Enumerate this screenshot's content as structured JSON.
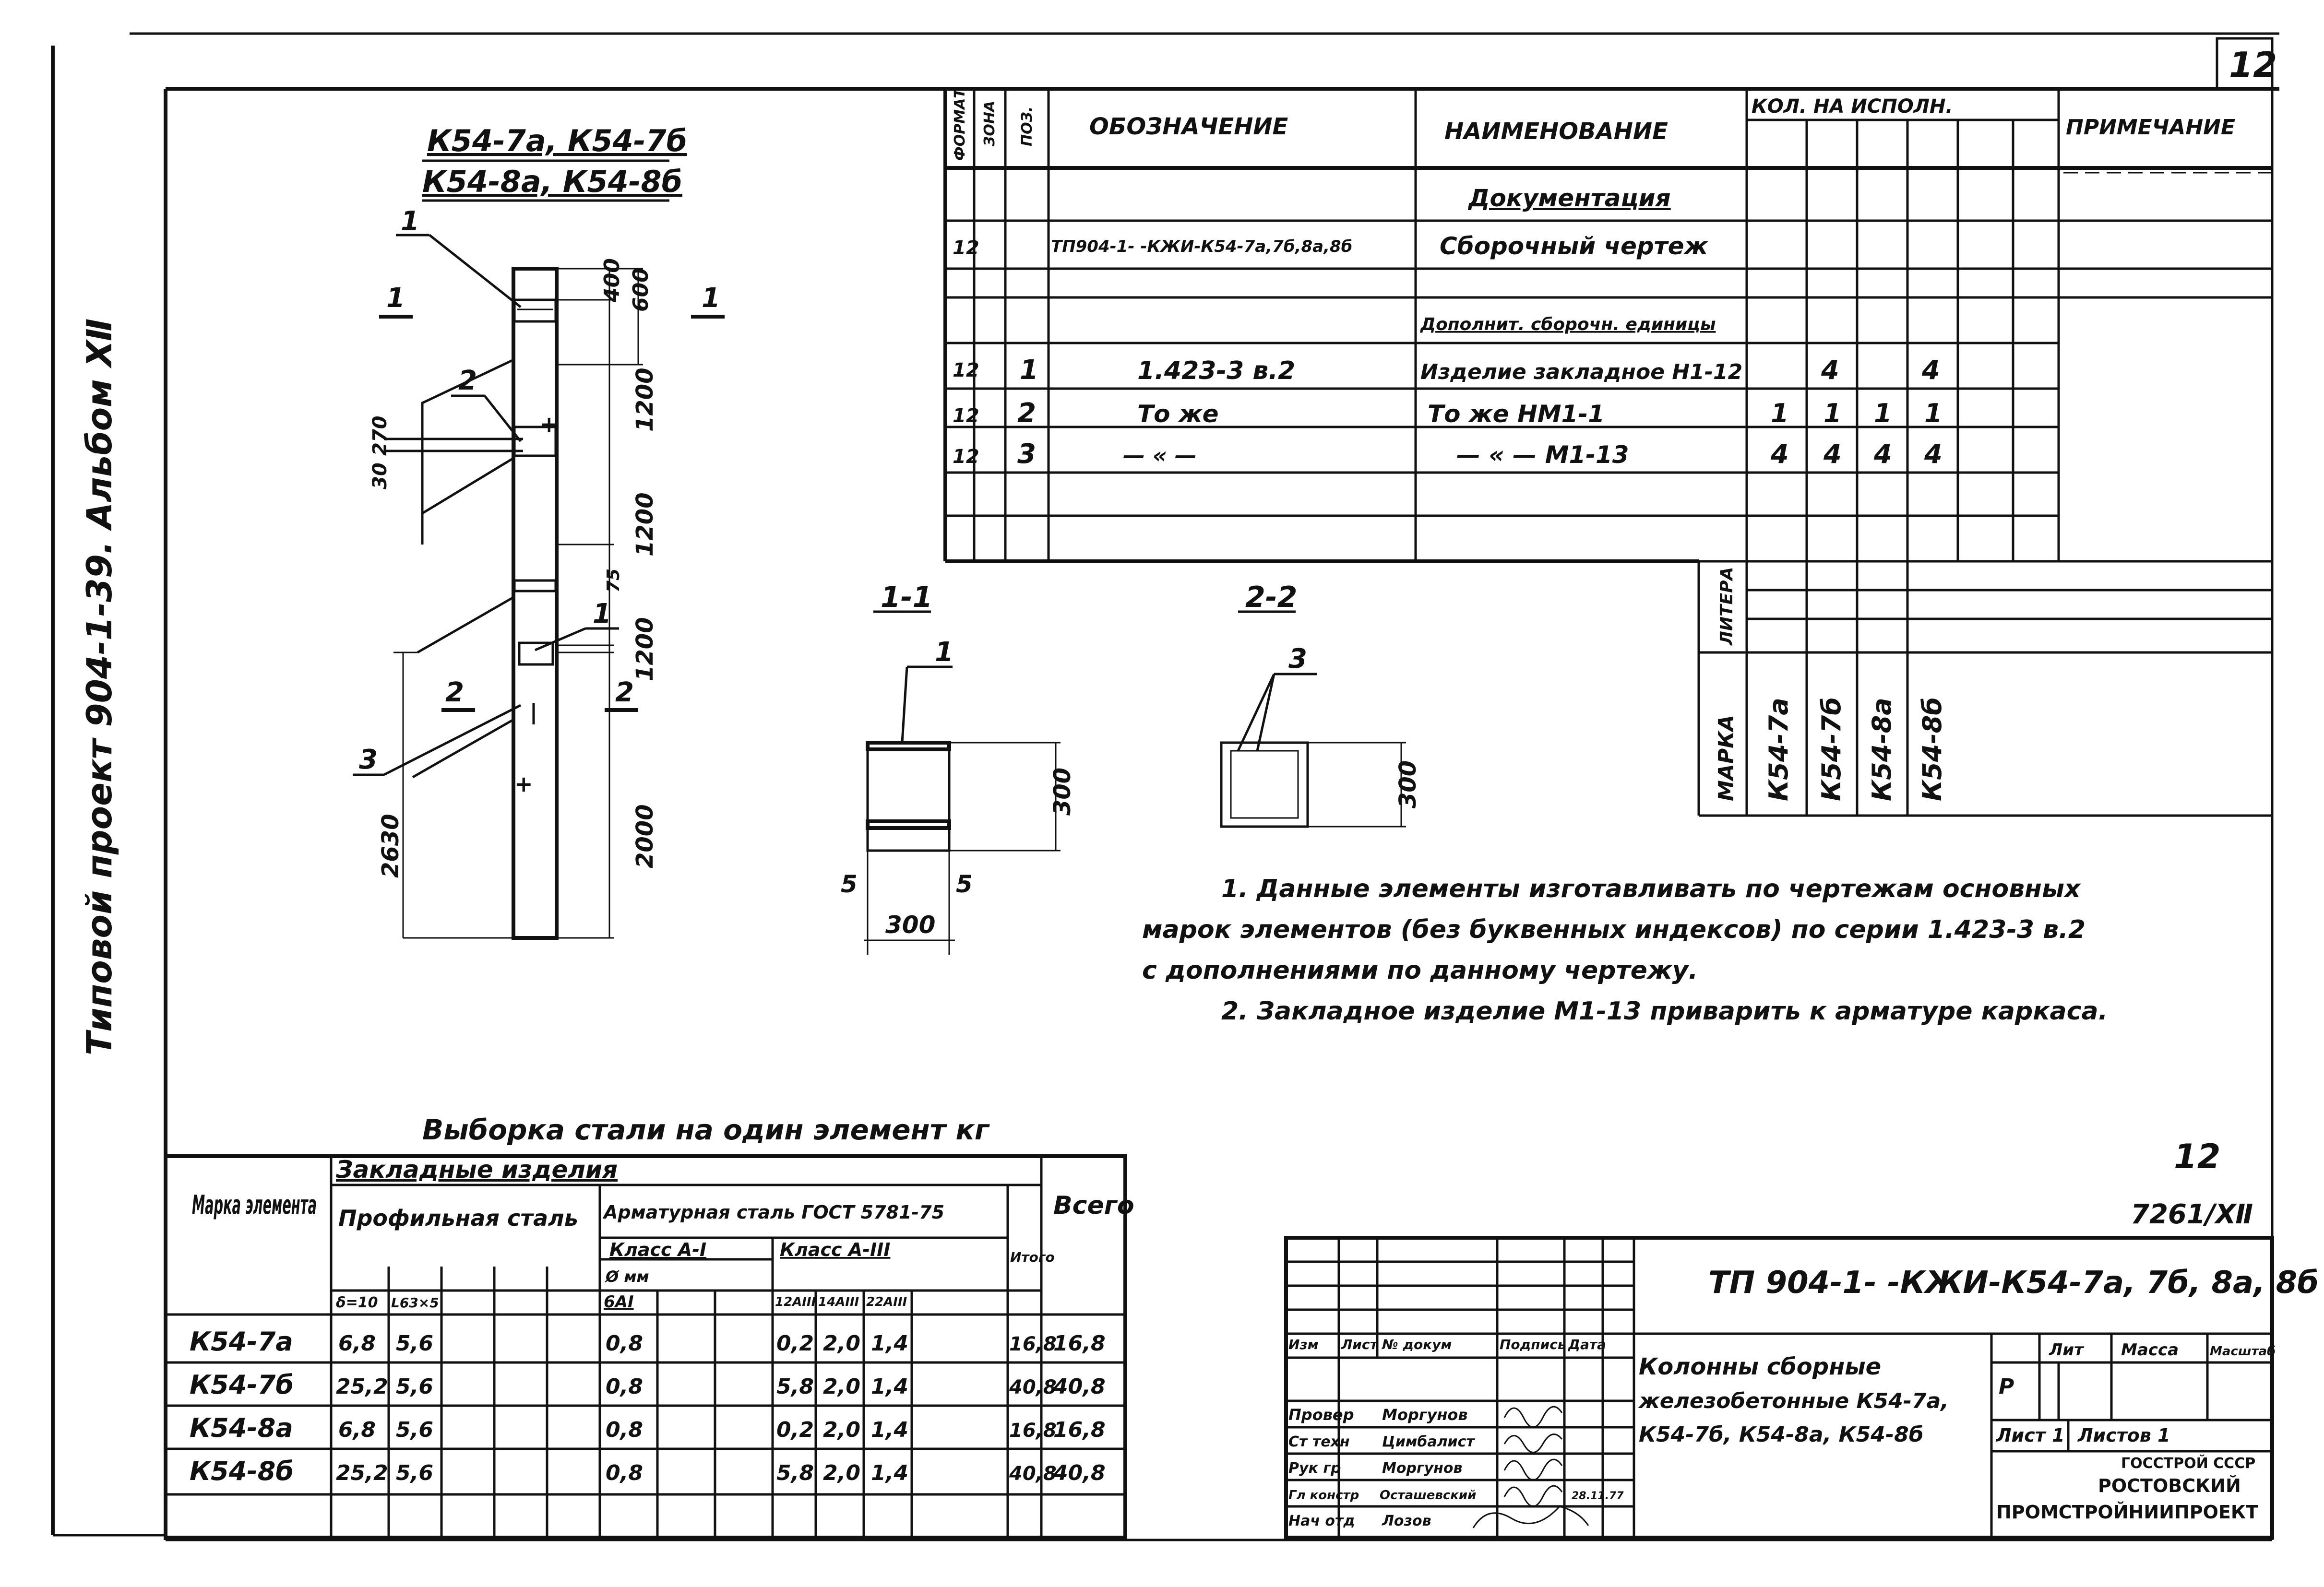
{
  "sheet": {
    "page_number": "12",
    "side_title": "Типовой проект 904-1-39. Альбом Ⅻ",
    "bottom_number": "12",
    "inventory": "7261/Ⅻ"
  },
  "drawing": {
    "title_line1": "К54-7а, К54-7б",
    "title_line2": "К54-8а, К54-8б",
    "section_marks": [
      "1",
      "1",
      "2",
      "2"
    ],
    "callouts": [
      "1",
      "2",
      "3",
      "1"
    ],
    "dims_right": [
      "400",
      "600",
      "1200",
      "1200",
      "1200",
      "2000"
    ],
    "dims_left": [
      "30",
      "270",
      "2630"
    ],
    "dim_small": "75",
    "section1": {
      "label": "1-1",
      "callout": "1",
      "dim_height": "300",
      "dim_width": "300",
      "edge_left": "5",
      "edge_right": "5"
    },
    "section2": {
      "label": "2-2",
      "callout": "3",
      "dim_height": "300"
    }
  },
  "spec": {
    "headers": {
      "format": "ФОРМАТ",
      "zone": "ЗОНА",
      "pos": "ПОЗ.",
      "designation": "ОБОЗНАЧЕНИЕ",
      "name": "НАИМЕНОВАНИЕ",
      "qty": "КОЛ. НА ИСПОЛН.",
      "note": "ПРИМЕЧАНИЕ"
    },
    "rows": [
      {
        "format": "",
        "pos": "",
        "designation": "",
        "name": "Документация",
        "q": [
          "",
          "",
          "",
          ""
        ]
      },
      {
        "format": "12",
        "pos": "",
        "designation": "ТП904-1- -КЖИ-К54-7а,7б,8а,8б",
        "name": "Сборочный чертеж",
        "q": [
          "",
          "",
          "",
          ""
        ]
      },
      {
        "format": "",
        "pos": "",
        "designation": "",
        "name": "Дополнит. сборочн. единицы",
        "q": [
          "",
          "",
          "",
          ""
        ]
      },
      {
        "format": "12",
        "pos": "1",
        "designation": "1.423-3 в.2",
        "name": "Изделие закладное Н1-12",
        "q": [
          "",
          "4",
          "",
          "4"
        ]
      },
      {
        "format": "12",
        "pos": "2",
        "designation": "То же",
        "name": "То же НМ1-1",
        "q": [
          "1",
          "1",
          "1",
          "1"
        ]
      },
      {
        "format": "12",
        "pos": "3",
        "designation": "— « —",
        "name": "— « — М1-13",
        "q": [
          "4",
          "4",
          "4",
          "4"
        ]
      }
    ],
    "litera_label": "ЛИТЕРА",
    "marka_label": "МАРКА",
    "marks": [
      "К54-7а",
      "К54-7б",
      "К54-8а",
      "К54-8б"
    ]
  },
  "notes": {
    "n1_line1": "1. Данные элементы изготавливать по чертежам основных",
    "n1_line2": "марок элементов (без буквенных индексов) по серии 1.423-3 в.2",
    "n1_line3": "с дополнениями по данному чертежу.",
    "n2": "2. Закладное изделие М1-13 приварить к арматуре каркаса."
  },
  "steel": {
    "title": "Выборка стали на один элемент кг",
    "h_mark": "Марка элемента",
    "h_embedded": "Закладные изделия",
    "h_profile": "Профильная сталь",
    "h_rebar": "Арматурная сталь ГОСТ 5781-75",
    "h_classA1": "Класс А-I",
    "h_classA3": "Класс А-III",
    "h_diam": "Ø мм",
    "h_itogo": "Итого",
    "h_total": "Всего",
    "sub": [
      "δ=10",
      "L63×5",
      "6АI",
      "12АIII",
      "14АIII",
      "22АIII"
    ],
    "rows": [
      {
        "mark": "К54-7а",
        "v1": "6,8",
        "v2": "5,6",
        "a1": "0,8",
        "d12": "0,2",
        "d14": "2,0",
        "d22": "1,4",
        "itogo": "16,8",
        "total": "16,8"
      },
      {
        "mark": "К54-7б",
        "v1": "25,2",
        "v2": "5,6",
        "a1": "0,8",
        "d12": "5,8",
        "d14": "2,0",
        "d22": "1,4",
        "itogo": "40,8",
        "total": "40,8"
      },
      {
        "mark": "К54-8а",
        "v1": "6,8",
        "v2": "5,6",
        "a1": "0,8",
        "d12": "0,2",
        "d14": "2,0",
        "d22": "1,4",
        "itogo": "16,8",
        "total": "16,8"
      },
      {
        "mark": "К54-8б",
        "v1": "25,2",
        "v2": "5,6",
        "a1": "0,8",
        "d12": "5,8",
        "d14": "2,0",
        "d22": "1,4",
        "itogo": "40,8",
        "total": "40,8"
      }
    ]
  },
  "title_block": {
    "code": "ТП 904-1- -КЖИ-К54-7а, 7б, 8а, 8б",
    "heads": [
      "Изм",
      "Лист",
      "№ докум",
      "Подпись",
      "Дата"
    ],
    "people": [
      {
        "role": "Провер",
        "name": "Моргунов"
      },
      {
        "role": "Ст техн",
        "name": "Цимбалист"
      },
      {
        "role": "Рук гр",
        "name": "Моргунов"
      },
      {
        "role": "Гл констр",
        "name": "Осташевский"
      },
      {
        "role": "Нач отд",
        "name": "Лозов"
      }
    ],
    "date": "28.11.77",
    "name_line1": "Колонны сборные",
    "name_line2": "железобетонные К54-7а,",
    "name_line3": "К54-7б, К54-8а, К54-8б",
    "lit_label": "Лит",
    "mass_label": "Масса",
    "scale_label": "Масштаб",
    "lit_value": "Р",
    "sheet_label": "Лист 1",
    "sheets_label": "Листов 1",
    "org1": "ГОССТРОЙ СССР",
    "org2": "РОСТОВСКИЙ",
    "org3": "ПРОМСТРОЙНИИПРОЕКТ"
  }
}
